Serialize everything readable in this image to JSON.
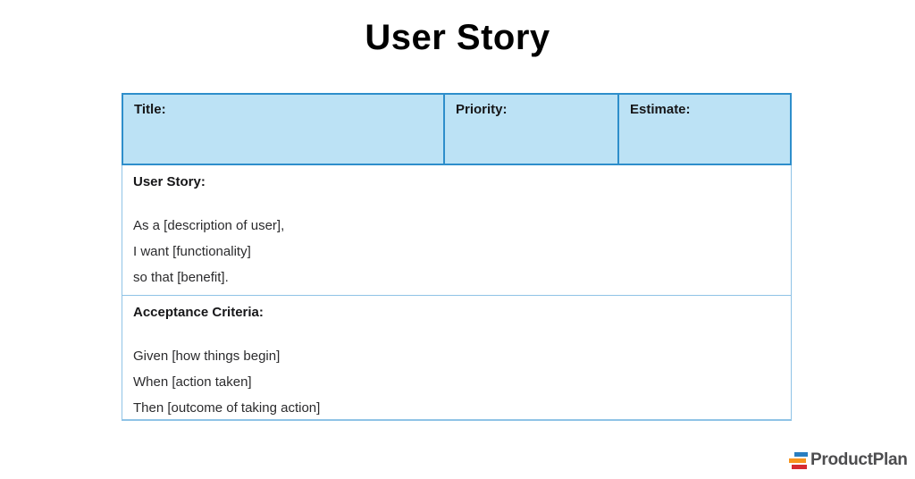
{
  "page": {
    "title": "User Story",
    "background_color": "#ffffff"
  },
  "table": {
    "header": {
      "cells": [
        "Title:",
        "Priority:",
        "Estimate:"
      ],
      "fill_color": "#bce2f5",
      "border_color": "#2e8ecb"
    },
    "sections": [
      {
        "label": "User Story:",
        "lines": [
          "As a [description of user],",
          "I want [functionality]",
          "so that [benefit]."
        ]
      },
      {
        "label": "Acceptance Criteria:",
        "lines": [
          "Given [how things begin]",
          "When [action taken]",
          "Then [outcome of taking action]"
        ]
      }
    ],
    "body_border_color": "#8fc3e6"
  },
  "branding": {
    "wordmark": "ProductPlan",
    "wordmark_color": "#4d4d4f",
    "logo_colors": {
      "blue": "#2a7ec0",
      "orange": "#f7941e",
      "red": "#d62b31"
    }
  }
}
